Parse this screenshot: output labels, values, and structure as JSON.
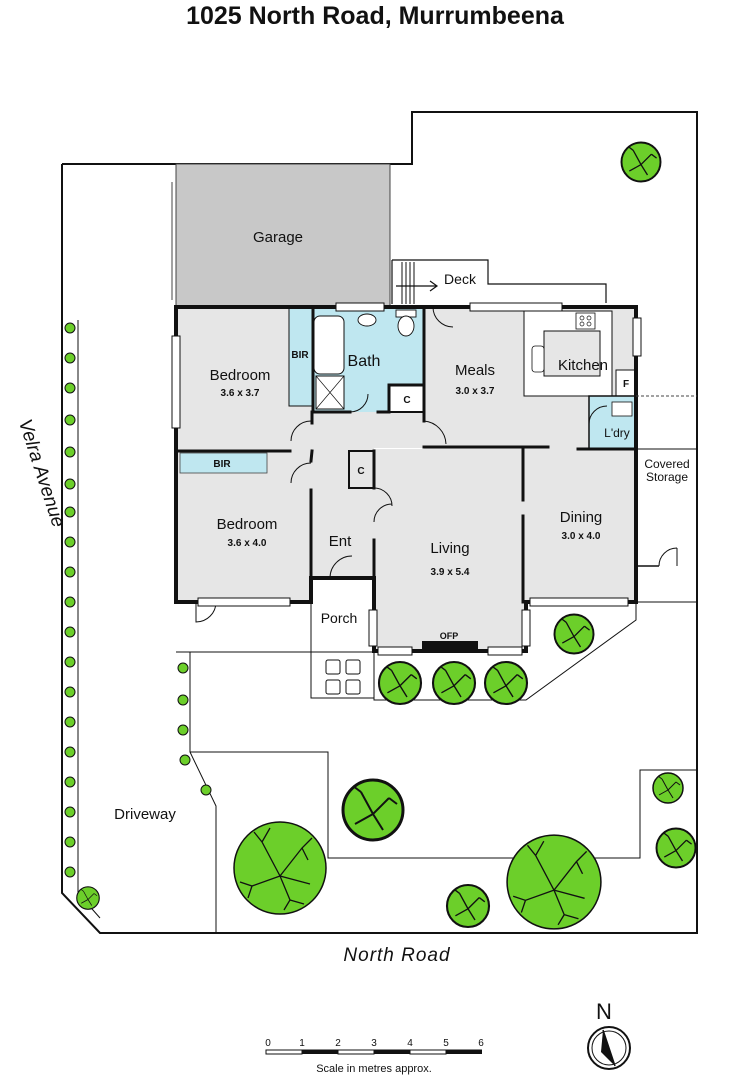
{
  "title": "1025 North Road, Murrumbeena",
  "colors": {
    "room_fill": "#e6e6e6",
    "garage_fill": "#c8c8c8",
    "wet_fill": "#bfe7f0",
    "tree_fill": "#6ccf2a",
    "wall": "#111111"
  },
  "rooms": {
    "garage": {
      "name": "Garage"
    },
    "deck": {
      "name": "Deck"
    },
    "bath": {
      "name": "Bath"
    },
    "bir_top": {
      "name": "BIR"
    },
    "bir_lower": {
      "name": "BIR"
    },
    "bedroom1": {
      "name": "Bedroom",
      "size": "3.6 x 3.7"
    },
    "bedroom2": {
      "name": "Bedroom",
      "size": "3.6 x 4.0"
    },
    "meals": {
      "name": "Meals",
      "size": "3.0 x 3.7"
    },
    "kitchen": {
      "name": "Kitchen"
    },
    "fridge": {
      "name": "F"
    },
    "laundry": {
      "name": "L'dry"
    },
    "cupboard1": {
      "name": "C"
    },
    "cupboard2": {
      "name": "C"
    },
    "entry": {
      "name": "Ent"
    },
    "living": {
      "name": "Living",
      "size": "3.9 x 5.4"
    },
    "dining": {
      "name": "Dining",
      "size": "3.0 x 4.0"
    },
    "covered_storage": {
      "line1": "Covered",
      "line2": "Storage"
    },
    "porch": {
      "name": "Porch"
    },
    "ofp": {
      "name": "OFP"
    }
  },
  "outdoor": {
    "driveway": "Driveway",
    "street_side": "Velra Avenue",
    "street_front": "North Road"
  },
  "scale": {
    "ticks": [
      "0",
      "1",
      "2",
      "3",
      "4",
      "5",
      "6"
    ],
    "label": "Scale in metres approx."
  },
  "compass": {
    "label": "N"
  }
}
